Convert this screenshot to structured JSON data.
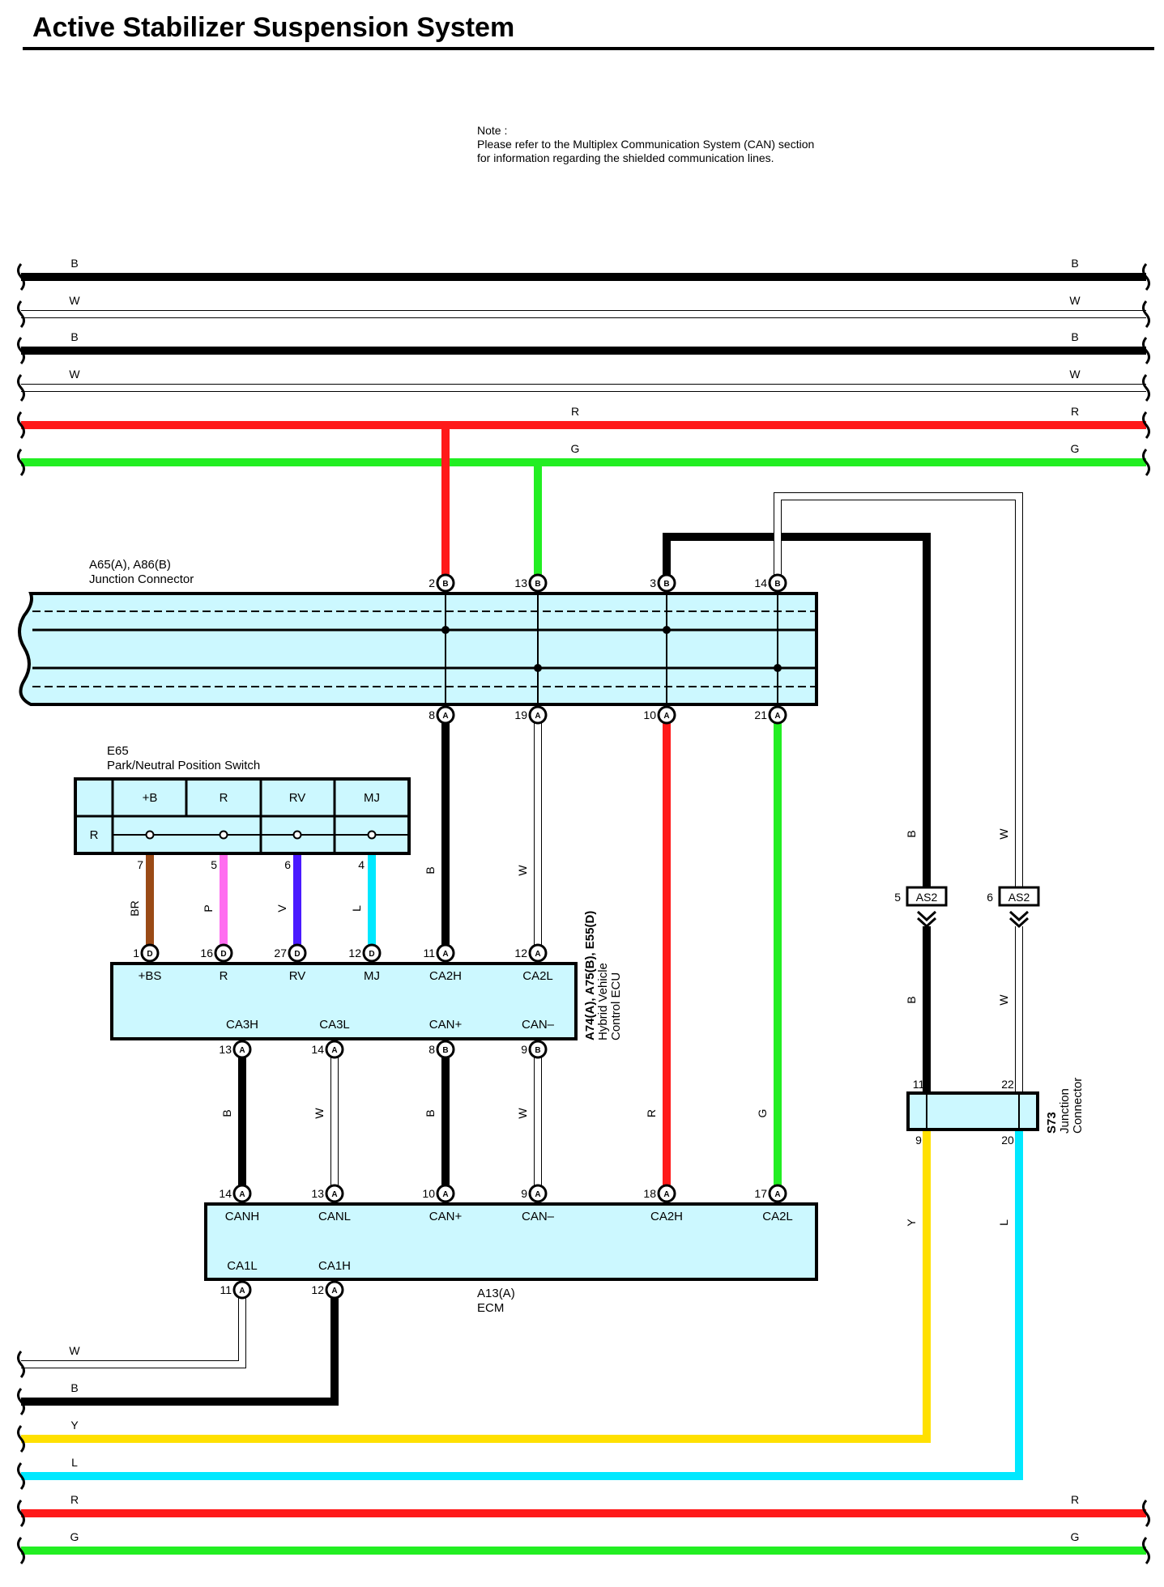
{
  "title": "Active Stabilizer Suspension System",
  "note": {
    "lines": [
      "Note :",
      "Please refer to the Multiplex Communication System (CAN) section",
      "for information regarding the shielded communication lines."
    ]
  },
  "colors": {
    "B": "#000000",
    "W": "#ffffff",
    "R": "#ff1a1a",
    "G": "#22ee22",
    "BR": "#9a4a16",
    "P": "#ff6ef0",
    "V": "#4a1aff",
    "L": "#00e8ff",
    "Y": "#ffe000",
    "component_fill": "#ccf8ff"
  },
  "top_wires": [
    {
      "code": "B"
    },
    {
      "code": "W"
    },
    {
      "code": "B"
    },
    {
      "code": "W"
    },
    {
      "code": "R"
    },
    {
      "code": "G"
    }
  ],
  "bottom_wires": [
    {
      "code": "W"
    },
    {
      "code": "B"
    },
    {
      "code": "Y"
    },
    {
      "code": "L"
    },
    {
      "code": "R"
    },
    {
      "code": "G"
    }
  ],
  "components": {
    "junction_connector_a65": {
      "code": "A65(A), A86(B)",
      "name": "Junction Connector",
      "top_pins": [
        "2",
        "13",
        "3",
        "14"
      ],
      "top_tag": "B",
      "bottom_pins": [
        "8",
        "19",
        "10",
        "21"
      ],
      "bottom_tag": "A"
    },
    "e65": {
      "code": "E65",
      "name": "Park/Neutral Position Switch",
      "headers": [
        "+B",
        "R",
        "RV",
        "MJ"
      ],
      "row_label": "R",
      "pins": [
        "7",
        "5",
        "6",
        "4"
      ],
      "wire_codes": [
        "BR",
        "P",
        "V",
        "L"
      ]
    },
    "hv_ecu": {
      "code": "A74(A), A75(B), E55(D)",
      "name_line1": "Hybrid Vehicle",
      "name_line2": "Control ECU",
      "top_pins": [
        {
          "num": "1",
          "tag": "D",
          "label": "+BS"
        },
        {
          "num": "16",
          "tag": "D",
          "label": "R"
        },
        {
          "num": "27",
          "tag": "D",
          "label": "RV"
        },
        {
          "num": "12",
          "tag": "D",
          "label": "MJ"
        },
        {
          "num": "11",
          "tag": "A",
          "label": "CA2H"
        },
        {
          "num": "12",
          "tag": "A",
          "label": "CA2L"
        }
      ],
      "bottom_pins": [
        {
          "num": "13",
          "tag": "A",
          "label": "CA3H"
        },
        {
          "num": "14",
          "tag": "A",
          "label": "CA3L"
        },
        {
          "num": "8",
          "tag": "B",
          "label": "CAN+"
        },
        {
          "num": "9",
          "tag": "B",
          "label": "CAN–"
        }
      ]
    },
    "ecm": {
      "code": "A13(A)",
      "name": "ECM",
      "top_pins": [
        {
          "num": "14",
          "tag": "A",
          "label": "CANH"
        },
        {
          "num": "13",
          "tag": "A",
          "label": "CANL"
        },
        {
          "num": "10",
          "tag": "A",
          "label": "CAN+"
        },
        {
          "num": "9",
          "tag": "A",
          "label": "CAN–"
        },
        {
          "num": "18",
          "tag": "A",
          "label": "CA2H"
        },
        {
          "num": "17",
          "tag": "A",
          "label": "CA2L"
        }
      ],
      "bottom_pins": [
        {
          "num": "11",
          "tag": "A",
          "label": "CA1L"
        },
        {
          "num": "12",
          "tag": "A",
          "label": "CA1H"
        }
      ]
    },
    "as2_connectors": [
      {
        "pin": "5",
        "label": "AS2"
      },
      {
        "pin": "6",
        "label": "AS2"
      }
    ],
    "s73": {
      "code": "S73",
      "name_line1": "Junction",
      "name_line2": "Connector",
      "top_pins": [
        "11",
        "22"
      ],
      "bottom_pins": [
        "9",
        "20"
      ]
    }
  },
  "wire_labels": {
    "jc_to_hv_left": "B",
    "jc_to_hv_right": "W",
    "riser_b": "B",
    "riser_w": "W",
    "as2_down_b": "B",
    "as2_down_w": "W",
    "hv_to_ecm": [
      "B",
      "W",
      "B",
      "W"
    ],
    "jc_to_ecm_r": "R",
    "jc_to_ecm_g": "G",
    "s73_y": "Y",
    "s73_l": "L"
  }
}
